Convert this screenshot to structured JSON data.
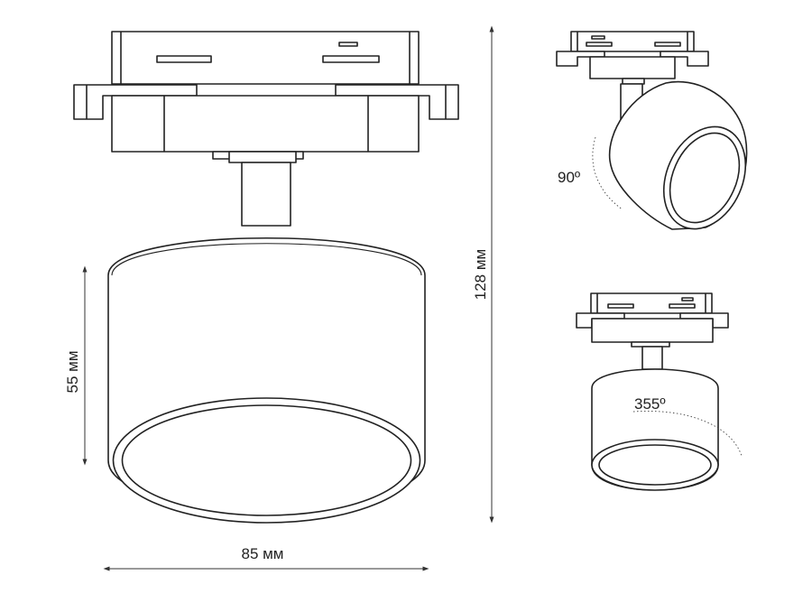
{
  "dimensions": {
    "width": "85 мм",
    "height_total": "128 мм",
    "height_body": "55 мм"
  },
  "angles": {
    "tilt": "90º",
    "rotation": "355º"
  },
  "colors": {
    "line": "#222222",
    "background": "#ffffff"
  }
}
